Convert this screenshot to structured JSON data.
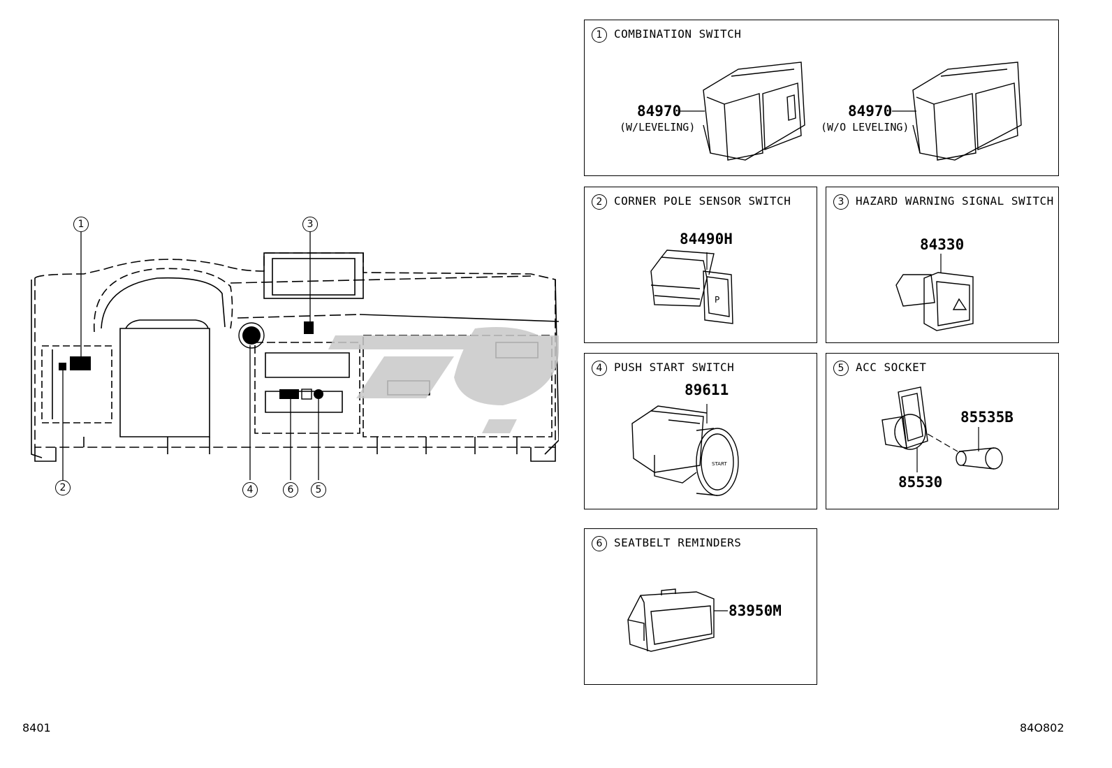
{
  "callouts": [
    "1",
    "2",
    "3",
    "4",
    "5",
    "6"
  ],
  "panels": [
    {
      "num": "1",
      "title": "COMBINATION SWITCH",
      "parts": [
        {
          "pn": "84970",
          "note": "(W/LEVELING)"
        },
        {
          "pn": "84970",
          "note": "(W/O LEVELING)"
        }
      ]
    },
    {
      "num": "2",
      "title": "CORNER POLE SENSOR SWITCH",
      "parts": [
        {
          "pn": "84490H"
        }
      ]
    },
    {
      "num": "3",
      "title": "HAZARD WARNING SIGNAL SWITCH",
      "parts": [
        {
          "pn": "84330"
        }
      ]
    },
    {
      "num": "4",
      "title": "PUSH START SWITCH",
      "parts": [
        {
          "pn": "89611"
        }
      ]
    },
    {
      "num": "5",
      "title": "ACC SOCKET",
      "parts": [
        {
          "pn": "85535B"
        },
        {
          "pn": "85530"
        }
      ]
    },
    {
      "num": "6",
      "title": "SEATBELT REMINDERS",
      "parts": [
        {
          "pn": "83950M"
        }
      ]
    }
  ],
  "footer": {
    "left": "8401",
    "right": "84O802"
  }
}
